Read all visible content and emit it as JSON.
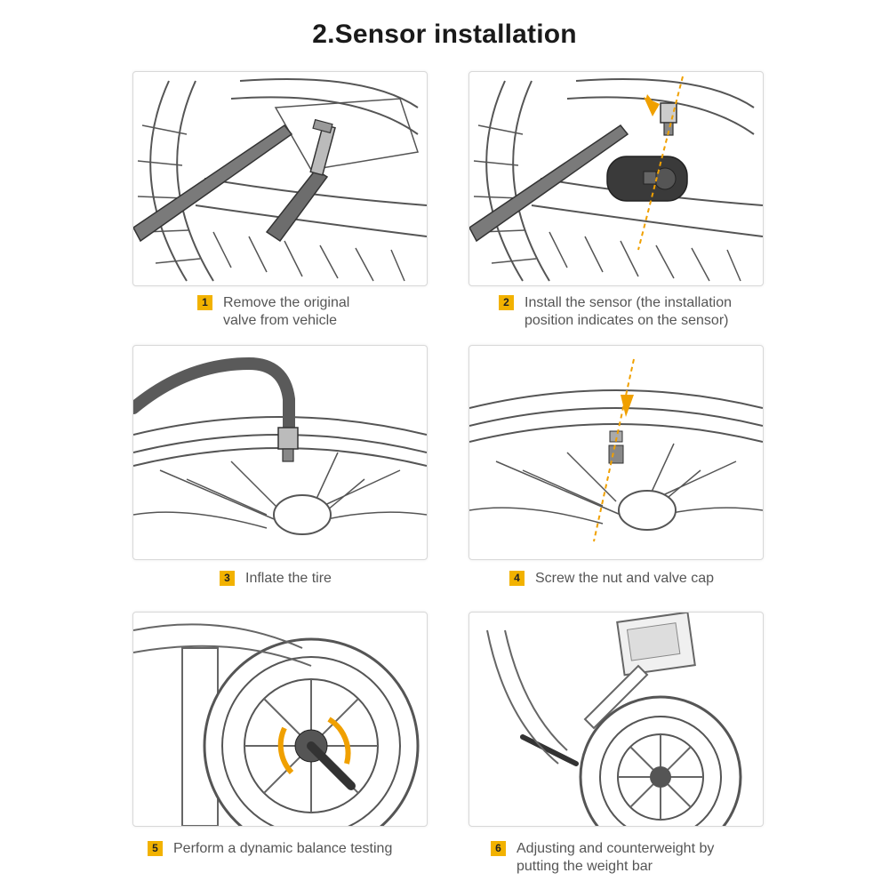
{
  "title": "2.Sensor installation",
  "accent_color": "#f2b200",
  "arrow_color": "#f0a000",
  "steps": [
    {
      "number": "1",
      "text": "Remove the original\nvalve from vehicle"
    },
    {
      "number": "2",
      "text": "Install the sensor (the installation\nposition indicates on the sensor)"
    },
    {
      "number": "3",
      "text": "Inflate the tire"
    },
    {
      "number": "4",
      "text": "Screw the nut and valve cap"
    },
    {
      "number": "5",
      "text": "Perform a dynamic balance testing"
    },
    {
      "number": "6",
      "text": "Adjusting and counterweight by\nputting the weight bar"
    }
  ]
}
